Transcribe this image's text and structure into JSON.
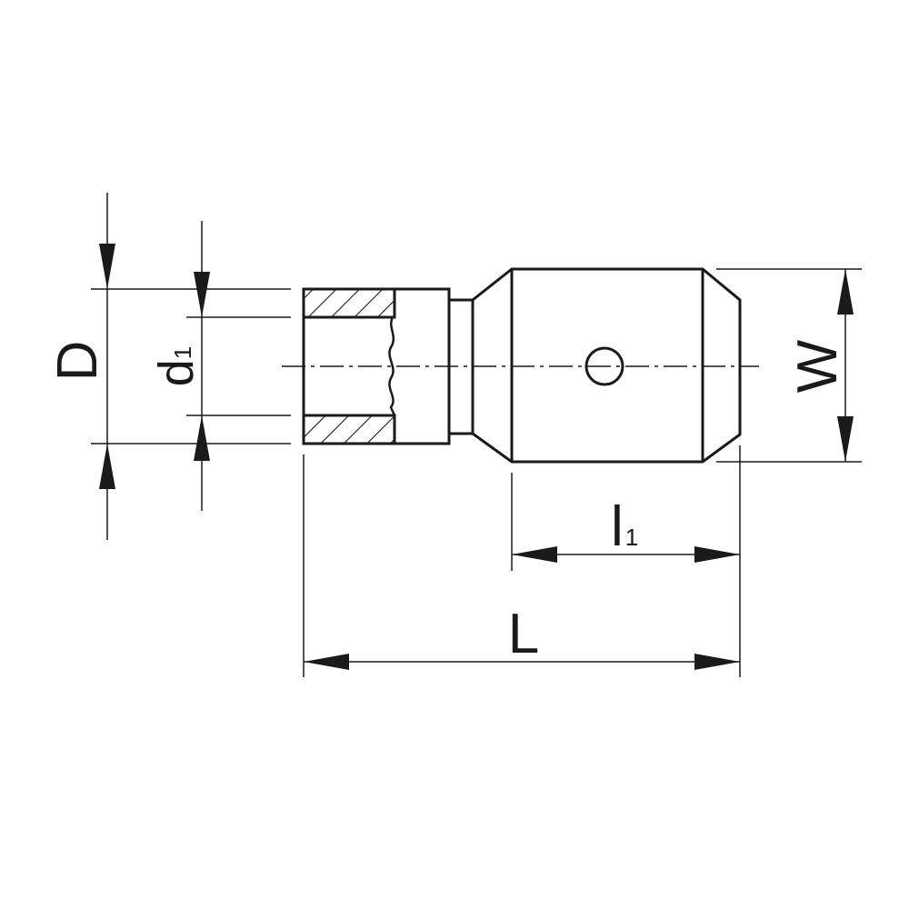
{
  "drawing": {
    "labels": {
      "D": "D",
      "d_main": "d",
      "d_sub": "1",
      "W": "W",
      "l_main": "l",
      "l_sub": "1",
      "L": "L"
    }
  },
  "colors": {
    "line": "#1a1a1a",
    "background": "#ffffff"
  }
}
